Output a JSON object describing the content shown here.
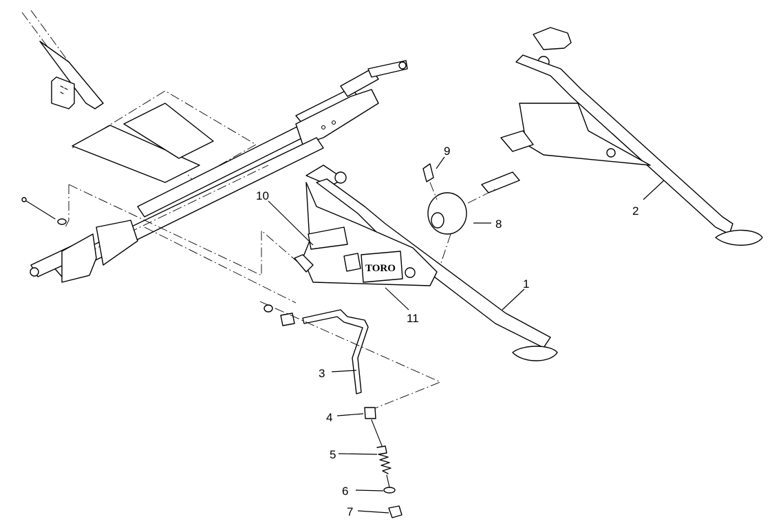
{
  "diagram": {
    "brand_mark": "TORO",
    "callouts": [
      {
        "id": "callout-1",
        "label": "1"
      },
      {
        "id": "callout-2",
        "label": "2"
      },
      {
        "id": "callout-3",
        "label": "3"
      },
      {
        "id": "callout-4",
        "label": "4"
      },
      {
        "id": "callout-5",
        "label": "5"
      },
      {
        "id": "callout-6",
        "label": "6"
      },
      {
        "id": "callout-7",
        "label": "7"
      },
      {
        "id": "callout-8",
        "label": "8"
      },
      {
        "id": "callout-9",
        "label": "9"
      },
      {
        "id": "callout-10",
        "label": "10"
      },
      {
        "id": "callout-11",
        "label": "11"
      }
    ]
  }
}
